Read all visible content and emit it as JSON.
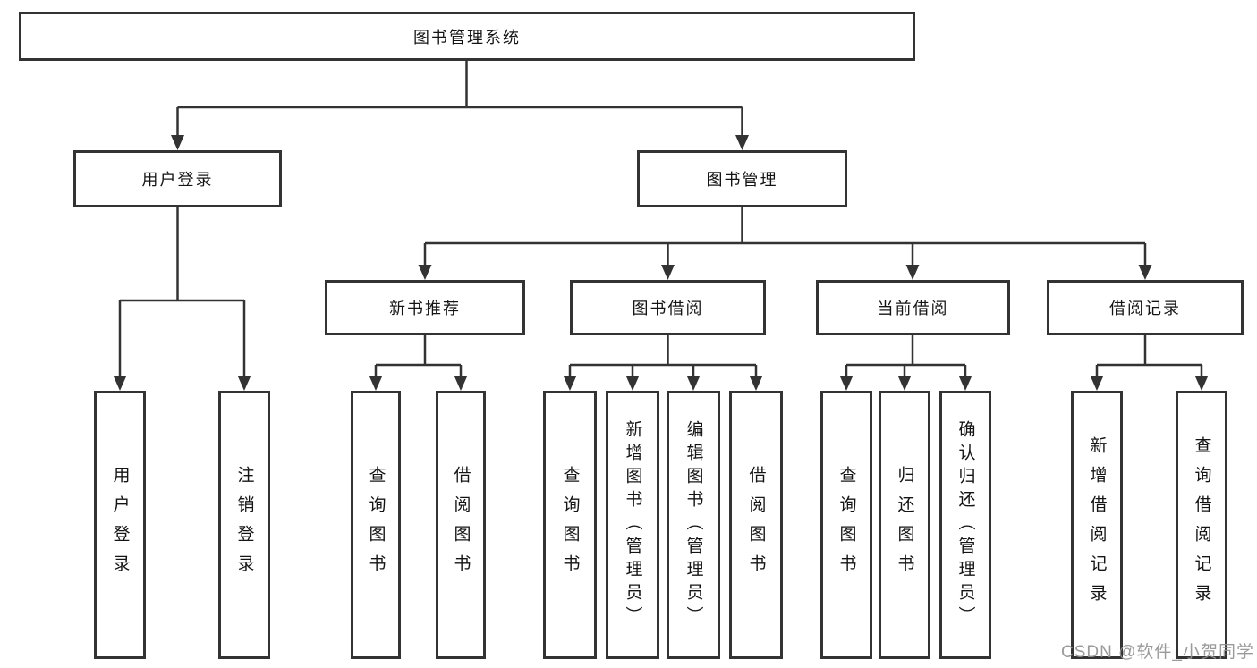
{
  "tree": {
    "root": "图书管理系统",
    "children": [
      {
        "label": "用户登录",
        "children": [
          {
            "label": "用户登录"
          },
          {
            "label": "注销登录"
          }
        ]
      },
      {
        "label": "图书管理",
        "children": [
          {
            "label": "新书推荐",
            "children": [
              {
                "label": "查询图书"
              },
              {
                "label": "借阅图书"
              }
            ]
          },
          {
            "label": "图书借阅",
            "children": [
              {
                "label": "查询图书"
              },
              {
                "label": "新增图书（管理员）"
              },
              {
                "label": "编辑图书（管理员）"
              },
              {
                "label": "借阅图书"
              }
            ]
          },
          {
            "label": "当前借阅",
            "children": [
              {
                "label": "查询图书"
              },
              {
                "label": "归还图书"
              },
              {
                "label": "确认归还（管理员）"
              }
            ]
          },
          {
            "label": "借阅记录",
            "children": [
              {
                "label": "新增借阅记录"
              },
              {
                "label": "查询借阅记录"
              }
            ]
          }
        ]
      }
    ]
  },
  "watermark": {
    "text": "CSDN @软件_小贺同学"
  },
  "colors": {
    "line": "#333333",
    "box_border": "#333333",
    "text": "#141414",
    "watermark": "#919191",
    "background": "#ffffff"
  }
}
